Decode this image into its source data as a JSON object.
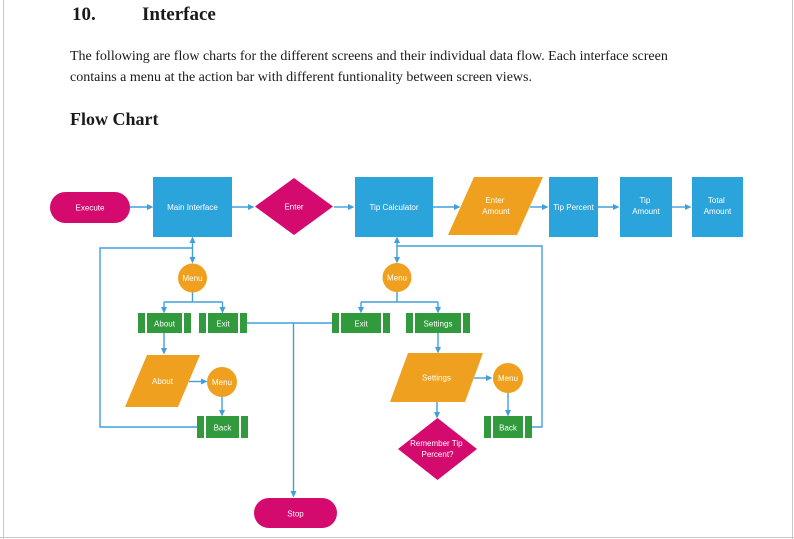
{
  "colors": {
    "magenta": "#D40A6F",
    "blue": "#2BA4DC",
    "orange": "#EFA01F",
    "green": "#319A3D",
    "connector": "#41A0DA",
    "page_edge": "#C8C8C8",
    "text": "#1A1A1A"
  },
  "document": {
    "heading_number": "10.",
    "heading_title": "Interface",
    "paragraph": {
      "lines": [
        "The following are flow charts for the different screens and their individual data flow. Each interface screen",
        "contains a menu at the action bar with different funtionality between screen views."
      ]
    },
    "subheading": "Flow Chart"
  },
  "flowchart": {
    "nodes": {
      "execute": {
        "shape": "terminator",
        "label": "Execute"
      },
      "main_interface": {
        "shape": "process",
        "label": "Main Interface"
      },
      "enter": {
        "shape": "decision",
        "label": "Enter"
      },
      "tip_calculator": {
        "shape": "process",
        "label": "Tip Calculator"
      },
      "enter_amount": {
        "shape": "data",
        "label": "Enter Amount",
        "lines": [
          "Enter",
          "Amount"
        ]
      },
      "tip_percent": {
        "shape": "process",
        "label": "Tip Percent"
      },
      "tip_amount": {
        "shape": "process",
        "label": "Tip Amount",
        "lines": [
          "Tip",
          "Amount"
        ]
      },
      "total_amount": {
        "shape": "process",
        "label": "Total Amount",
        "lines": [
          "Total",
          "Amount"
        ]
      },
      "menu_main": {
        "shape": "circle",
        "label": "Menu"
      },
      "about_item": {
        "shape": "predefined-process",
        "label": "About"
      },
      "exit_item_main": {
        "shape": "predefined-process",
        "label": "Exit"
      },
      "about_screen": {
        "shape": "data",
        "label": "About"
      },
      "menu_about": {
        "shape": "circle",
        "label": "Menu"
      },
      "back_about": {
        "shape": "predefined-process",
        "label": "Back"
      },
      "menu_tip": {
        "shape": "circle",
        "label": "Menu"
      },
      "exit_item_tip": {
        "shape": "predefined-process",
        "label": "Exit"
      },
      "settings_item": {
        "shape": "predefined-process",
        "label": "Settings"
      },
      "settings_screen": {
        "shape": "data",
        "label": "Settings"
      },
      "menu_settings": {
        "shape": "circle",
        "label": "Menu"
      },
      "back_settings": {
        "shape": "predefined-process",
        "label": "Back"
      },
      "remember_tip": {
        "shape": "decision",
        "label": "Remember Tip Percent?",
        "lines": [
          "Remember Tip",
          "Percent?"
        ]
      },
      "stop": {
        "shape": "terminator",
        "label": "Stop"
      }
    }
  }
}
